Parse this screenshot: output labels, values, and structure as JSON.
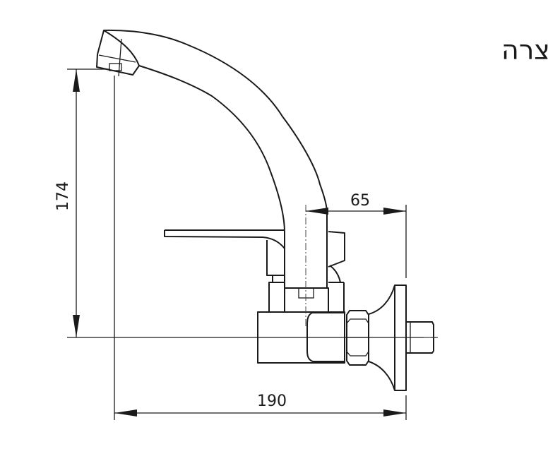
{
  "title": "פיה קצרה",
  "dimensions": {
    "height": "174",
    "projection": "65",
    "width": "190"
  }
}
